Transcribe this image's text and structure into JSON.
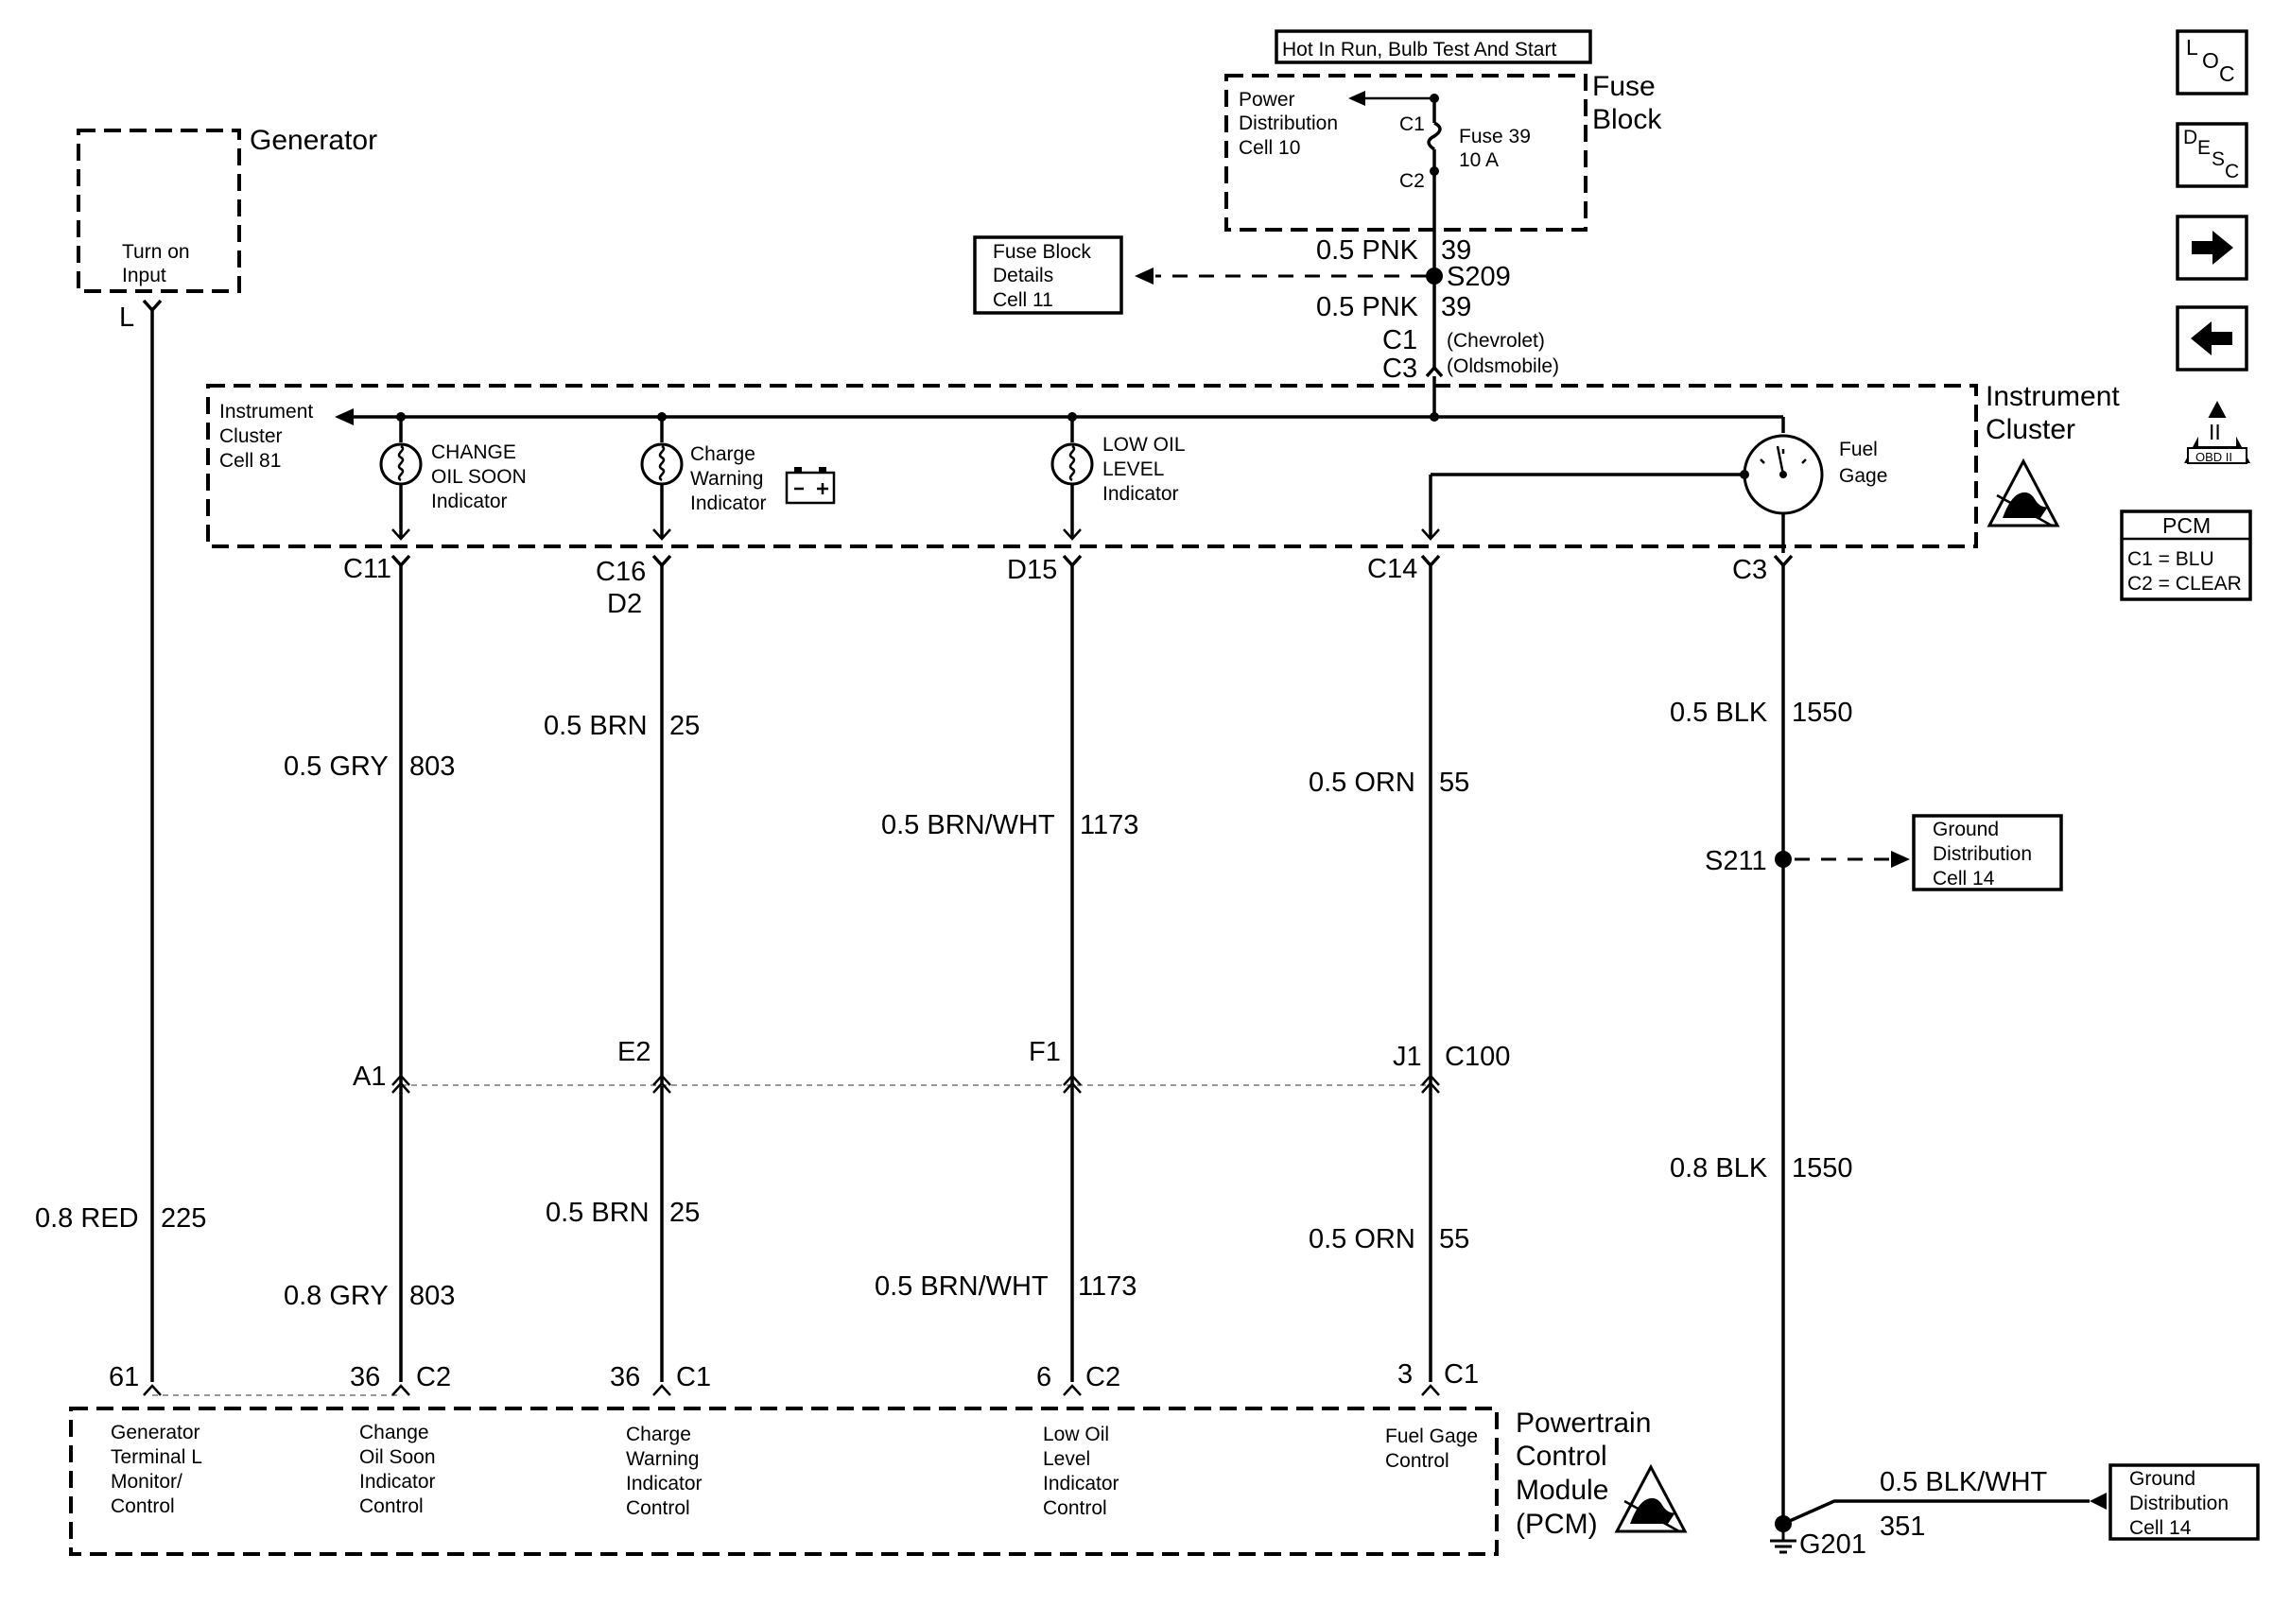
{
  "fuse_block": {
    "header": "Hot In Run, Bulb Test And Start",
    "title_line1": "Fuse",
    "title_line2": "Block",
    "pdc_line1": "Power",
    "pdc_line2": "Distribution",
    "pdc_line3": "Cell 10",
    "c1": "C1",
    "c2": "C2",
    "fuse_line1": "Fuse 39",
    "fuse_line2": "10 A"
  },
  "fuse_details": {
    "line1": "Fuse Block",
    "line2": "Details",
    "line3": "Cell 11"
  },
  "splice_s209": {
    "wire_top": "0.5 PNK",
    "circuit_top": "39",
    "label": "S209",
    "wire_bottom": "0.5 PNK",
    "circuit_bottom": "39",
    "conn_c1": "C1",
    "conn_c1_note": "(Chevrolet)",
    "conn_c3": "C3",
    "conn_c3_note": "(Oldsmobile)"
  },
  "generator": {
    "title": "Generator",
    "line1": "Turn on",
    "line2": "Input",
    "terminal": "L"
  },
  "instrument_cluster": {
    "title_line1": "Instrument",
    "title_line2": "Cluster",
    "ref_line1": "Instrument",
    "ref_line2": "Cluster",
    "ref_line3": "Cell 81",
    "change_oil": [
      "CHANGE",
      "OIL SOON",
      "Indicator"
    ],
    "charge_warning": [
      "Charge",
      "Warning",
      "Indicator"
    ],
    "low_oil": [
      "LOW OIL",
      "LEVEL",
      "Indicator"
    ],
    "fuel_gage": [
      "Fuel",
      "Gage"
    ]
  },
  "cluster_pins": {
    "c11": "C11",
    "c16": "C16",
    "d2": "D2",
    "d15": "D15",
    "c14": "C14",
    "c3": "C3"
  },
  "wires_upper": {
    "gry": "0.5 GRY",
    "gry_circuit": "803",
    "brn": "0.5 BRN",
    "brn_circuit": "25",
    "brnwht": "0.5 BRN/WHT",
    "brnwht_circuit": "1173",
    "orn": "0.5 ORN",
    "orn_circuit": "55",
    "blk": "0.5 BLK",
    "blk_circuit": "1550"
  },
  "ground_s211": {
    "label": "S211",
    "ref_line1": "Ground",
    "ref_line2": "Distribution",
    "ref_line3": "Cell 14"
  },
  "connector_c100": {
    "a1": "A1",
    "e2": "E2",
    "f1": "F1",
    "j1": "J1",
    "name": "C100"
  },
  "wires_lower": {
    "red": "0.8 RED",
    "red_circuit": "225",
    "gry": "0.8 GRY",
    "gry_circuit": "803",
    "brn": "0.5 BRN",
    "brn_circuit": "25",
    "brnwht": "0.5 BRN/WHT",
    "brnwht_circuit": "1173",
    "orn": "0.5 ORN",
    "orn_circuit": "55",
    "blk": "0.8 BLK",
    "blk_circuit": "1550"
  },
  "pcm_pins": {
    "p61": "61",
    "p36a": "36",
    "p36a_conn": "C2",
    "p36b": "36",
    "p36b_conn": "C1",
    "p6": "6",
    "p6_conn": "C2",
    "p3": "3",
    "p3_conn": "C1"
  },
  "pcm": {
    "title": [
      "Powertrain",
      "Control",
      "Module",
      "(PCM)"
    ],
    "gen_ctl": [
      "Generator",
      "Terminal L",
      "Monitor/",
      "Control"
    ],
    "change_ctl": [
      "Change",
      "Oil Soon",
      "Indicator",
      "Control"
    ],
    "charge_ctl": [
      "Charge",
      "Warning",
      "Indicator",
      "Control"
    ],
    "lowoil_ctl": [
      "Low Oil",
      "Level",
      "Indicator",
      "Control"
    ],
    "fuel_ctl": [
      "Fuel Gage",
      "Control"
    ]
  },
  "ground_g201": {
    "label": "G201",
    "wire": "0.5 BLK/WHT",
    "circuit": "351",
    "ref_line1": "Ground",
    "ref_line2": "Distribution",
    "ref_line3": "Cell 14"
  },
  "side_icons": {
    "loc": [
      "L",
      "O",
      "C"
    ],
    "desc": [
      "D",
      "E",
      "S",
      "C"
    ],
    "obd": "OBD II",
    "obd_numeral": "II",
    "pcm_key_title": "PCM",
    "pcm_key_line1": "C1 = BLU",
    "pcm_key_line2": "C2 = CLEAR"
  }
}
